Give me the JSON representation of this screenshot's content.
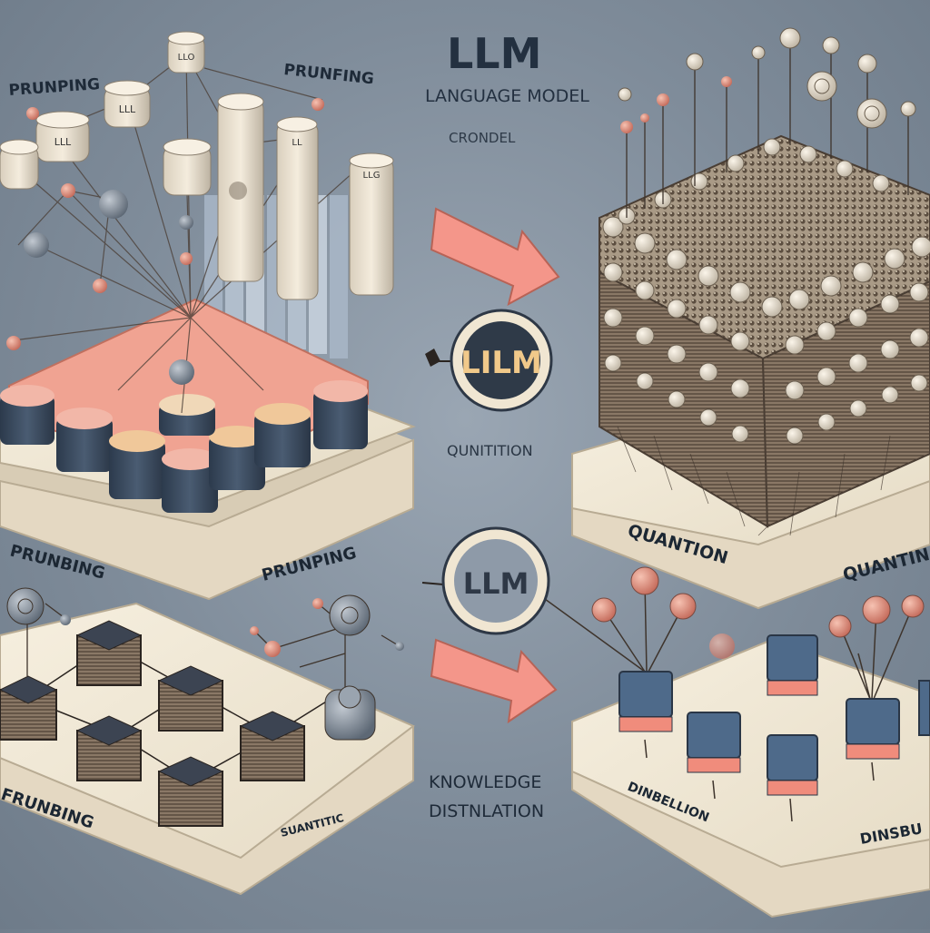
{
  "header": {
    "title": "LLM",
    "subtitle": "LANGUAGE MODEL",
    "caption": "CRONDEL"
  },
  "side_labels": {
    "top_left_outer": "PRUNPING",
    "top_left_inner": "PRUNFING"
  },
  "center": {
    "badge_top": "LILM",
    "badge_top_caption": "QUNITITION",
    "badge_bottom": "LLM",
    "bottom_caption_line1": "KNOWLEDGE",
    "bottom_caption_line2": "DISTNLATION"
  },
  "platforms": {
    "top_left": {
      "label_a": "PRUNBING",
      "label_b": "PRUNPING"
    },
    "top_right": {
      "label_a": "QUANTION",
      "label_b": "QUANTIN"
    },
    "bottom_left": {
      "label_a": "FRUNBING",
      "label_b": "SUANTITIC"
    },
    "bottom_right": {
      "label_a": "DINBELLION",
      "label_b": "DINSBU"
    }
  },
  "node_labels": {
    "n1": "LLO",
    "n2": "LLL",
    "n3": "LLL",
    "n4": "LL",
    "n5": "LLG"
  },
  "colors": {
    "background": "#7f8c9a",
    "platform": "#f0e8d6",
    "accent_coral": "#f08c7c",
    "dark_block": "#3a4a5e",
    "cream_node": "#ece2cf"
  }
}
